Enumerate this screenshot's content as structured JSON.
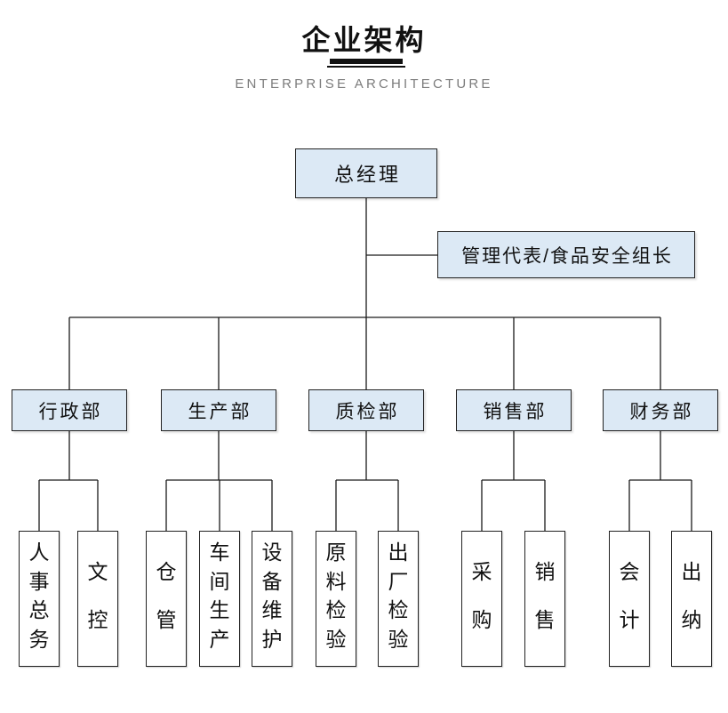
{
  "title": {
    "text": "企业架构",
    "subtitle": "ENTERPRISE ARCHITECTURE"
  },
  "org": {
    "root": {
      "label": "总经理"
    },
    "staff": {
      "label": "管理代表/食品安全组长"
    },
    "departments": [
      {
        "label": "行政部",
        "children": [
          {
            "label": "人事总务"
          },
          {
            "label": "文控"
          }
        ]
      },
      {
        "label": "生产部",
        "children": [
          {
            "label": "仓管"
          },
          {
            "label": "车间生产"
          },
          {
            "label": "设备维护"
          }
        ]
      },
      {
        "label": "质检部",
        "children": [
          {
            "label": "原料检验"
          },
          {
            "label": "出厂检验"
          }
        ]
      },
      {
        "label": "销售部",
        "children": [
          {
            "label": "采购"
          },
          {
            "label": "销售"
          }
        ]
      },
      {
        "label": "财务部",
        "children": [
          {
            "label": "会计"
          },
          {
            "label": "出纳"
          }
        ]
      }
    ]
  },
  "colors": {
    "box_fill": "#dce9f5",
    "child_fill": "#ffffff",
    "box_border": "#222222",
    "connector": "#1a1a1a",
    "title_color": "#111111",
    "subtitle_color": "#7c7c7c"
  }
}
